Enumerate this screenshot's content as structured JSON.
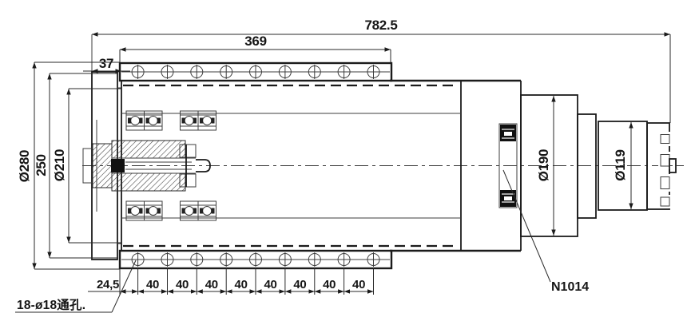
{
  "drawing": {
    "dimensions": {
      "overall_length": "782.5",
      "flange_length": "369",
      "front_offset": "37",
      "dia_280": "Ø280",
      "dia_250": "250",
      "dia_210": "Ø210",
      "dia_190": "Ø190",
      "dia_119": "Ø119",
      "hole_start": "24,5",
      "hole_pitch": [
        "40",
        "40",
        "40",
        "40",
        "40",
        "40",
        "40",
        "40"
      ],
      "holes_note": "18-ø18通孔.",
      "bearing_label": "N1014"
    },
    "style": {
      "line_color": "#1b1b1b",
      "thin_line_color": "#3d3d3d",
      "background": "#ffffff"
    }
  }
}
